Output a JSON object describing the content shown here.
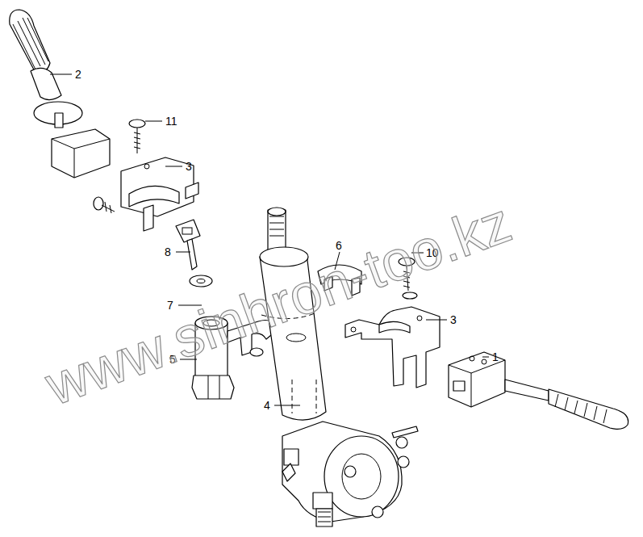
{
  "diagram": {
    "labels": [
      "2",
      "11",
      "3",
      "8",
      "6",
      "10",
      "7",
      "3",
      "5",
      "1",
      "4",
      "www.sinhron-too.kz"
    ]
  }
}
